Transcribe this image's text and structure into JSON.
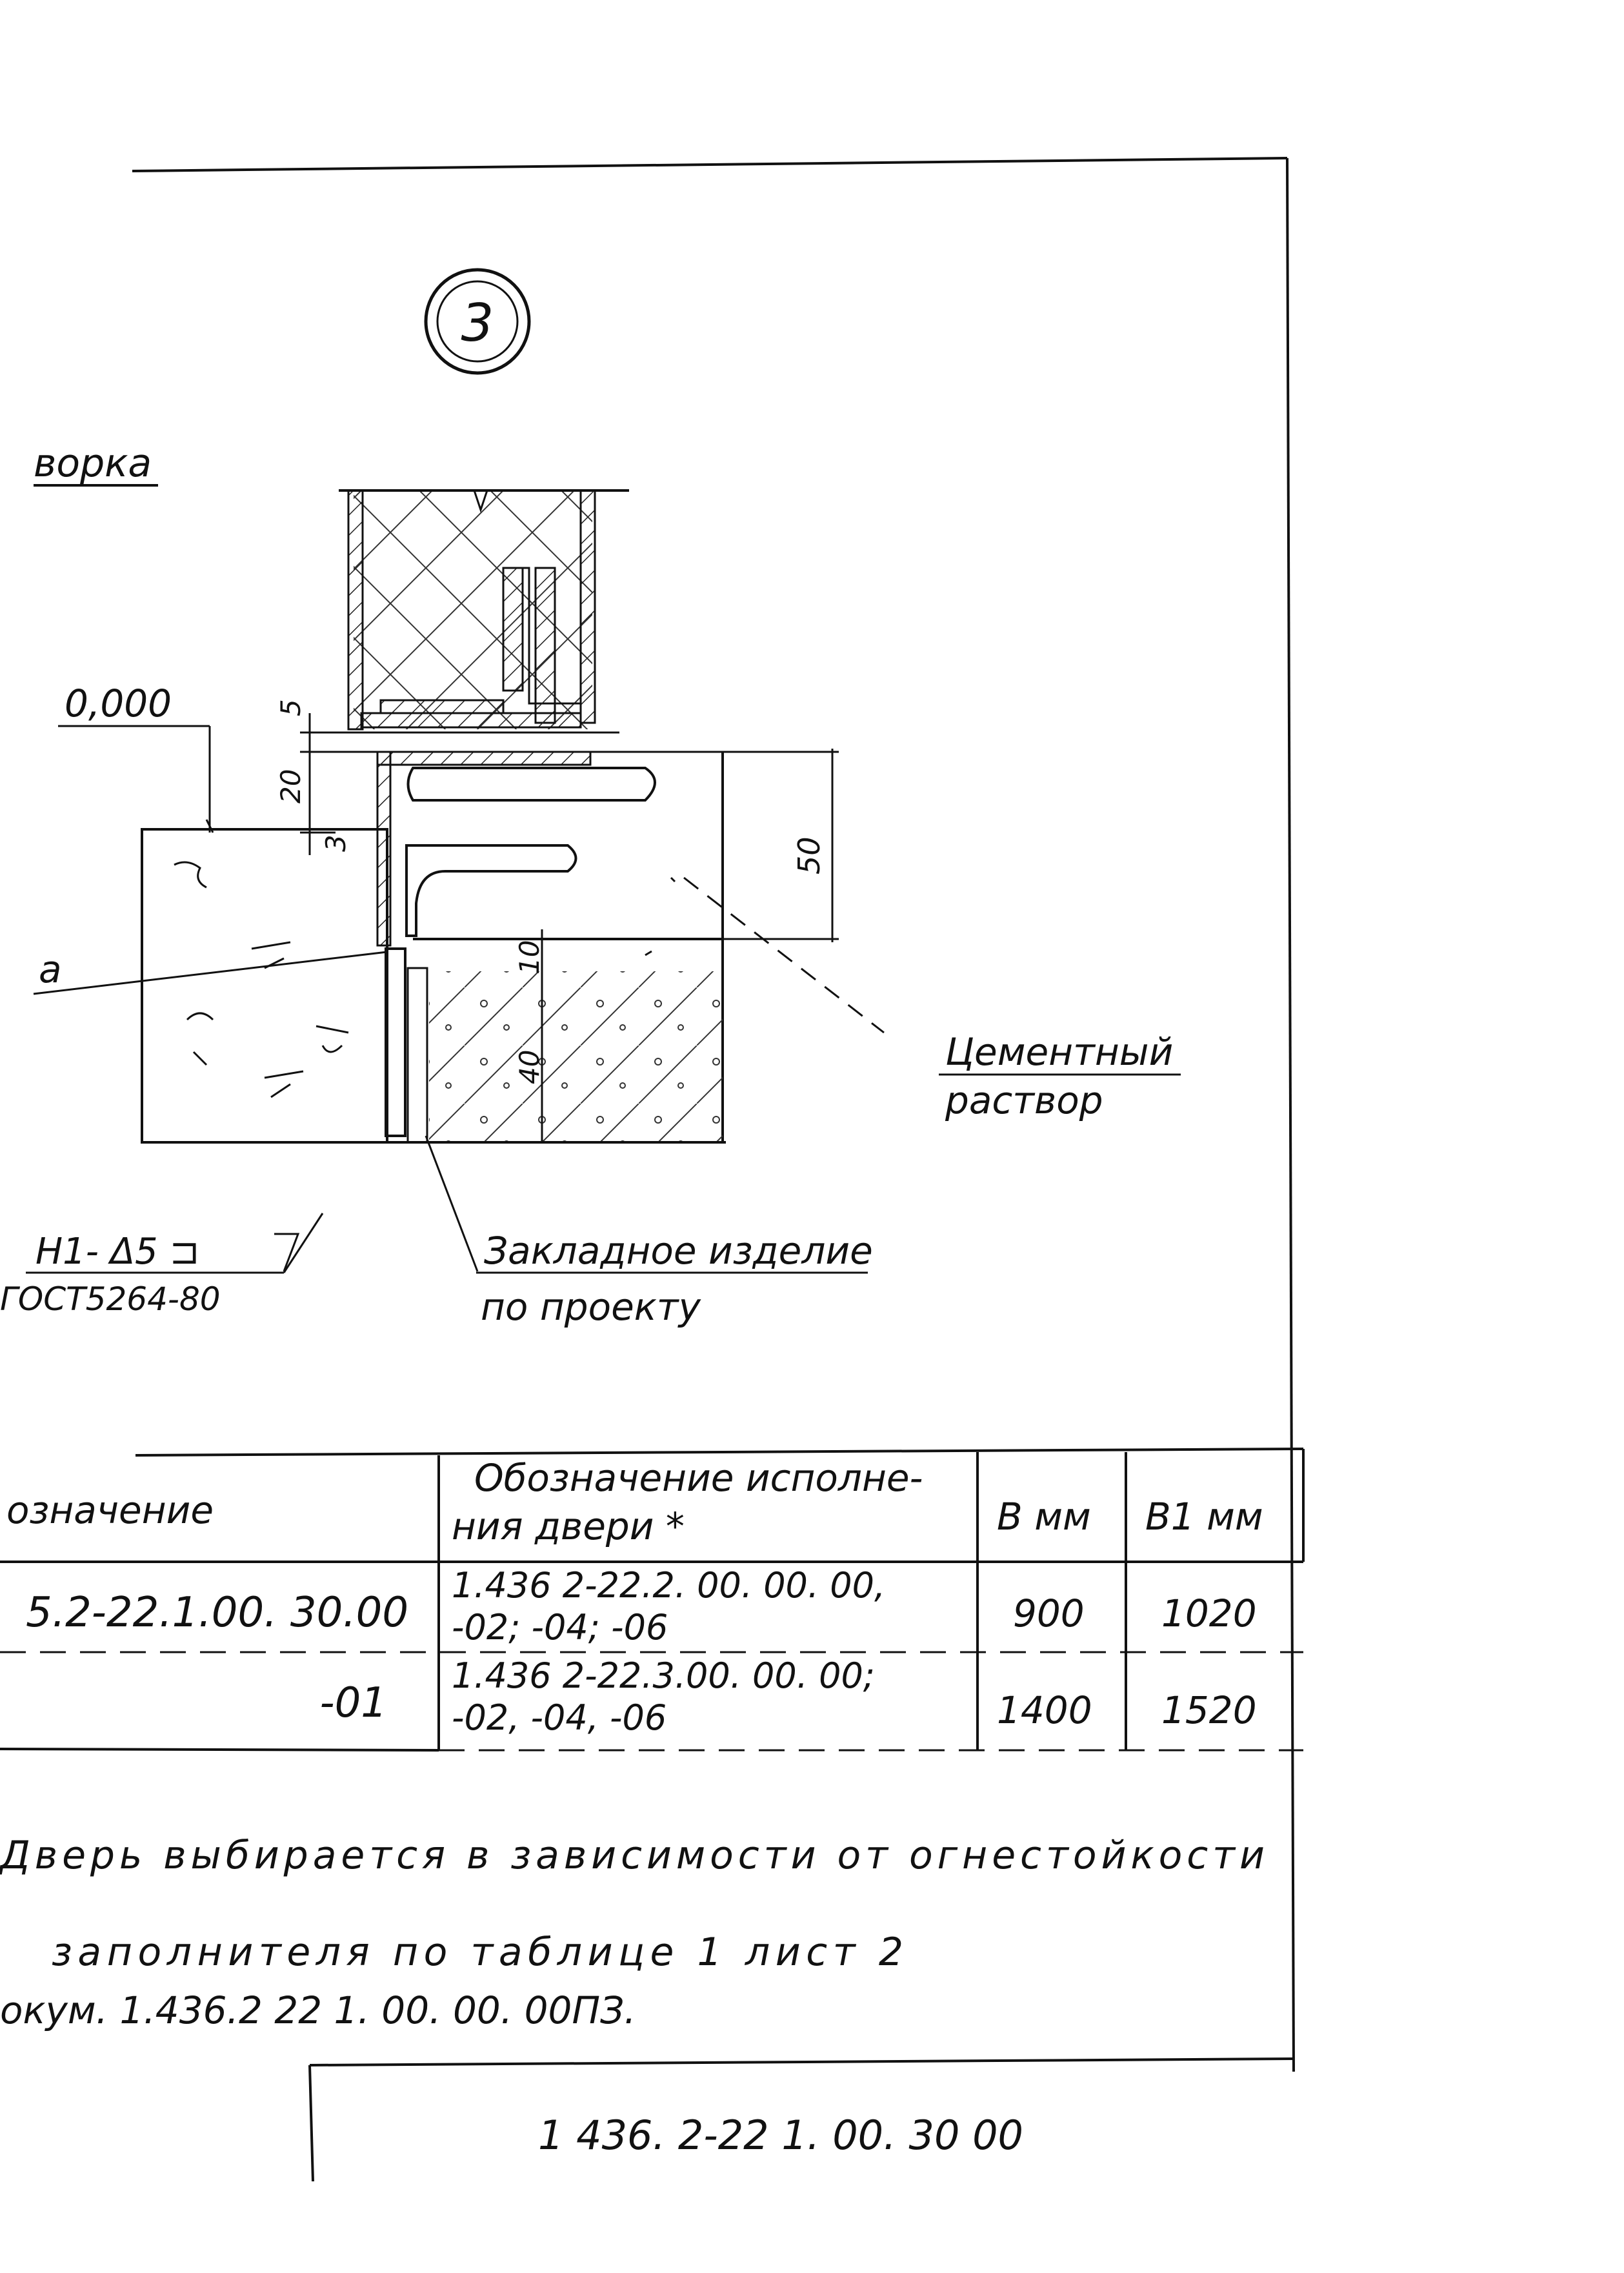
{
  "detail": {
    "callout": "3"
  },
  "labels": {
    "view_title": "ворка",
    "level_mark": "0,000",
    "leader_a": "a",
    "mortar_line1": "Цементный",
    "mortar_line2": "раствор",
    "embed_line1": "Закладное изделие",
    "embed_line2": "по проекту",
    "weld_symbol": "H1- Δ5 ⊐",
    "weld_standard": "ГОСТ5264-80"
  },
  "dimensions": {
    "d5": "5",
    "d20": "20",
    "d3": "3",
    "d50": "50",
    "d10": "10",
    "d40": "40"
  },
  "table": {
    "headers": {
      "designation": "означение",
      "variant_line1": "Обозначение исполне-",
      "variant_line2": "ния двери *",
      "b": "B мм",
      "b1": "B1 мм"
    },
    "rows": [
      {
        "designation": "5.2-22.1.00. 30.00",
        "variant_line1": "1.436 2-22.2. 00. 00. 00,",
        "variant_line2": "-02; -04; -06",
        "b": "900",
        "b1": "1020"
      },
      {
        "designation": "-01",
        "variant_line1": "1.436 2-22.3.00. 00. 00;",
        "variant_line2": "-02, -04, -06",
        "b": "1400",
        "b1": "1520"
      }
    ]
  },
  "notes": {
    "line1": "Дверь выбирается в зависимости от огнестойкости",
    "line2": "заполнителя по таблице 1 лист 2",
    "line3": "окум. 1.436.2 22 1. 00. 00. 00ПЗ."
  },
  "stamp": {
    "document_code": "1 436. 2-22 1. 00. 30 00"
  }
}
